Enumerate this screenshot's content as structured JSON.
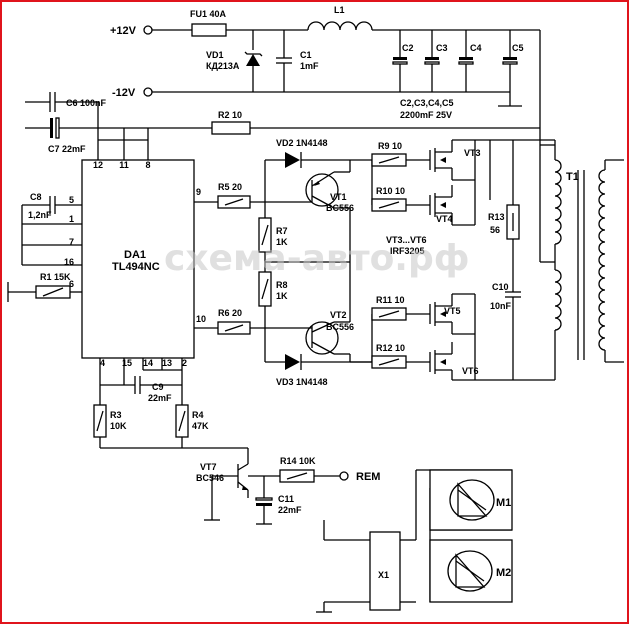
{
  "power": {
    "plus": "+12V",
    "minus": "-12V",
    "rem": "REM"
  },
  "components": {
    "fu1": "FU1 40A",
    "l1": "L1",
    "vd1": "VD1",
    "vd1_type": "КД213А",
    "c1": "C1",
    "c1_val": "1mF",
    "c2": "C2",
    "c3": "C3",
    "c4": "C4",
    "c5": "C5",
    "c25_note": "C2,C3,C4,C5",
    "c25_val": "2200mF 25V",
    "c6": "C6",
    "c6_val": "100nF",
    "c7": "C7 22mF",
    "r2": "R2 10",
    "c8": "C8",
    "c8_val": "1,2nF",
    "r1": "R1 15K",
    "da1": "DA1",
    "da1_type": "TL494NC",
    "r5": "R5 20",
    "r6": "R6 20",
    "vd2": "VD2 1N4148",
    "vd3": "VD3 1N4148",
    "vt1": "VT1",
    "vt1_type": "BC556",
    "vt2": "VT2",
    "vt2_type": "BC556",
    "r7": "R7",
    "r7_val": "1K",
    "r8": "R8",
    "r8_val": "1K",
    "r9": "R9 10",
    "r10": "R10 10",
    "r11": "R11 10",
    "r12": "R12 10",
    "vt3": "VT3",
    "vt4": "VT4",
    "vt5": "VT5",
    "vt6": "VT6",
    "vt_group": "VT3...VT6",
    "vt_group_type": "IRF3205",
    "r13": "R13",
    "r13_val": "56",
    "c10": "C10",
    "c10_val": "10nF",
    "t1": "T1",
    "c9": "C9",
    "c9_val": "22mF",
    "r3": "R3",
    "r3_val": "10K",
    "r4": "R4",
    "r4_val": "47K",
    "vt7": "VT7",
    "vt7_type": "BC546",
    "r14": "R14 10K",
    "c11": "C11",
    "c11_val": "22mF",
    "x1": "X1",
    "m1": "M1",
    "m2": "M2"
  },
  "pins": {
    "p12": "12",
    "p11": "11",
    "p8": "8",
    "p9": "9",
    "p5": "5",
    "p1": "1",
    "p7": "7",
    "p16": "16",
    "p6": "6",
    "p10": "10",
    "p4": "4",
    "p15": "15",
    "p14": "14",
    "p13": "13",
    "p2": "2"
  },
  "watermark": "схема-авто.рф"
}
